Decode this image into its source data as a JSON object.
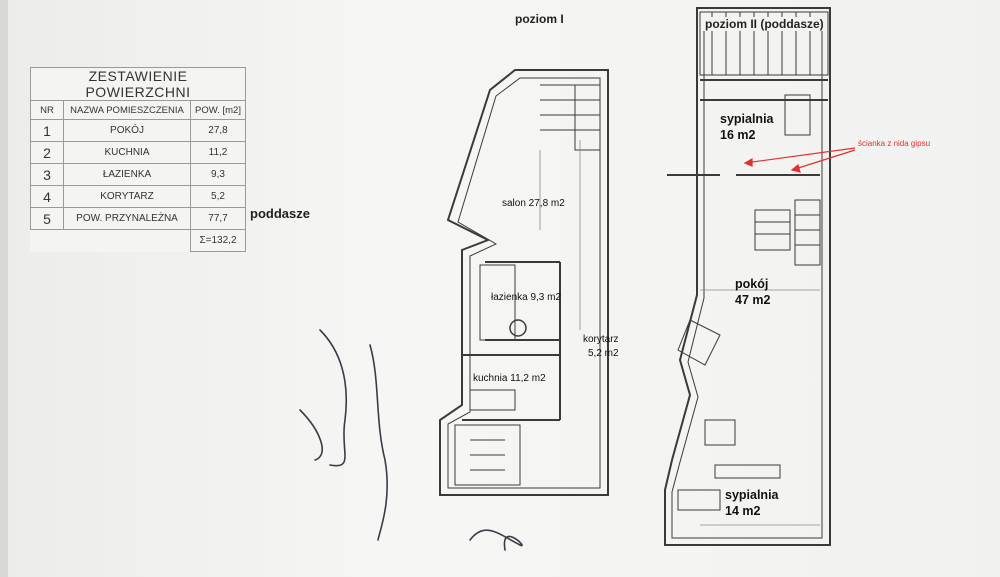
{
  "table": {
    "title": "ZESTAWIENIE POWIERZCHNI",
    "headers": [
      "NR",
      "NAZWA POMIESZCZENIA",
      "POW. [m2]"
    ],
    "rows": [
      {
        "nr": "1",
        "name": "POKÓJ",
        "pow": "27,8"
      },
      {
        "nr": "2",
        "name": "KUCHNIA",
        "pow": "11,2"
      },
      {
        "nr": "3",
        "name": "ŁAZIENKA",
        "pow": "9,3"
      },
      {
        "nr": "4",
        "name": "KORYTARZ",
        "pow": "5,2"
      },
      {
        "nr": "5",
        "name": "POW. PRZYNALEŻNA",
        "pow": "77,7"
      }
    ],
    "total": "Σ=132,2",
    "side_label": "poddasze"
  },
  "level1": {
    "title": "poziom I",
    "rooms": {
      "salon": "salon 27,8 m2",
      "lazienka": "łazienka 9,3 m2",
      "korytarz_name": "korytarz",
      "korytarz_area": "5,2 m2",
      "kuchnia": "kuchnia 11,2 m2"
    }
  },
  "level2": {
    "title": "poziom II (poddasze)",
    "rooms": {
      "sypialnia_top": "sypialnia\n16 m2",
      "pokoj": "pokój\n47 m2",
      "sypialnia_bottom": "sypialnia\n14 m2"
    },
    "annotation": "ścianka z nida gipsu",
    "annotation_color": "#e03030"
  }
}
